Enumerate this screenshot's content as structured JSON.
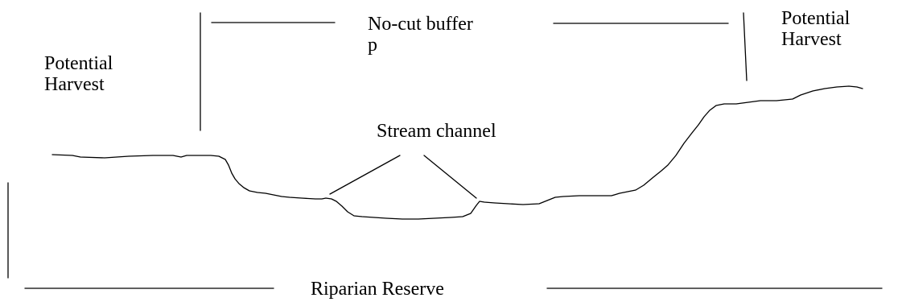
{
  "labels": {
    "left_harvest": [
      "Potential",
      "Harvest"
    ],
    "buffer": [
      "No-cut buffer",
      "p"
    ],
    "right_harvest": [
      "Potential",
      "Harvest"
    ],
    "stream_channel": "Stream channel",
    "riparian_reserve": "Riparian Reserve"
  },
  "colors": {
    "line": "#000000",
    "background": "#ffffff"
  }
}
